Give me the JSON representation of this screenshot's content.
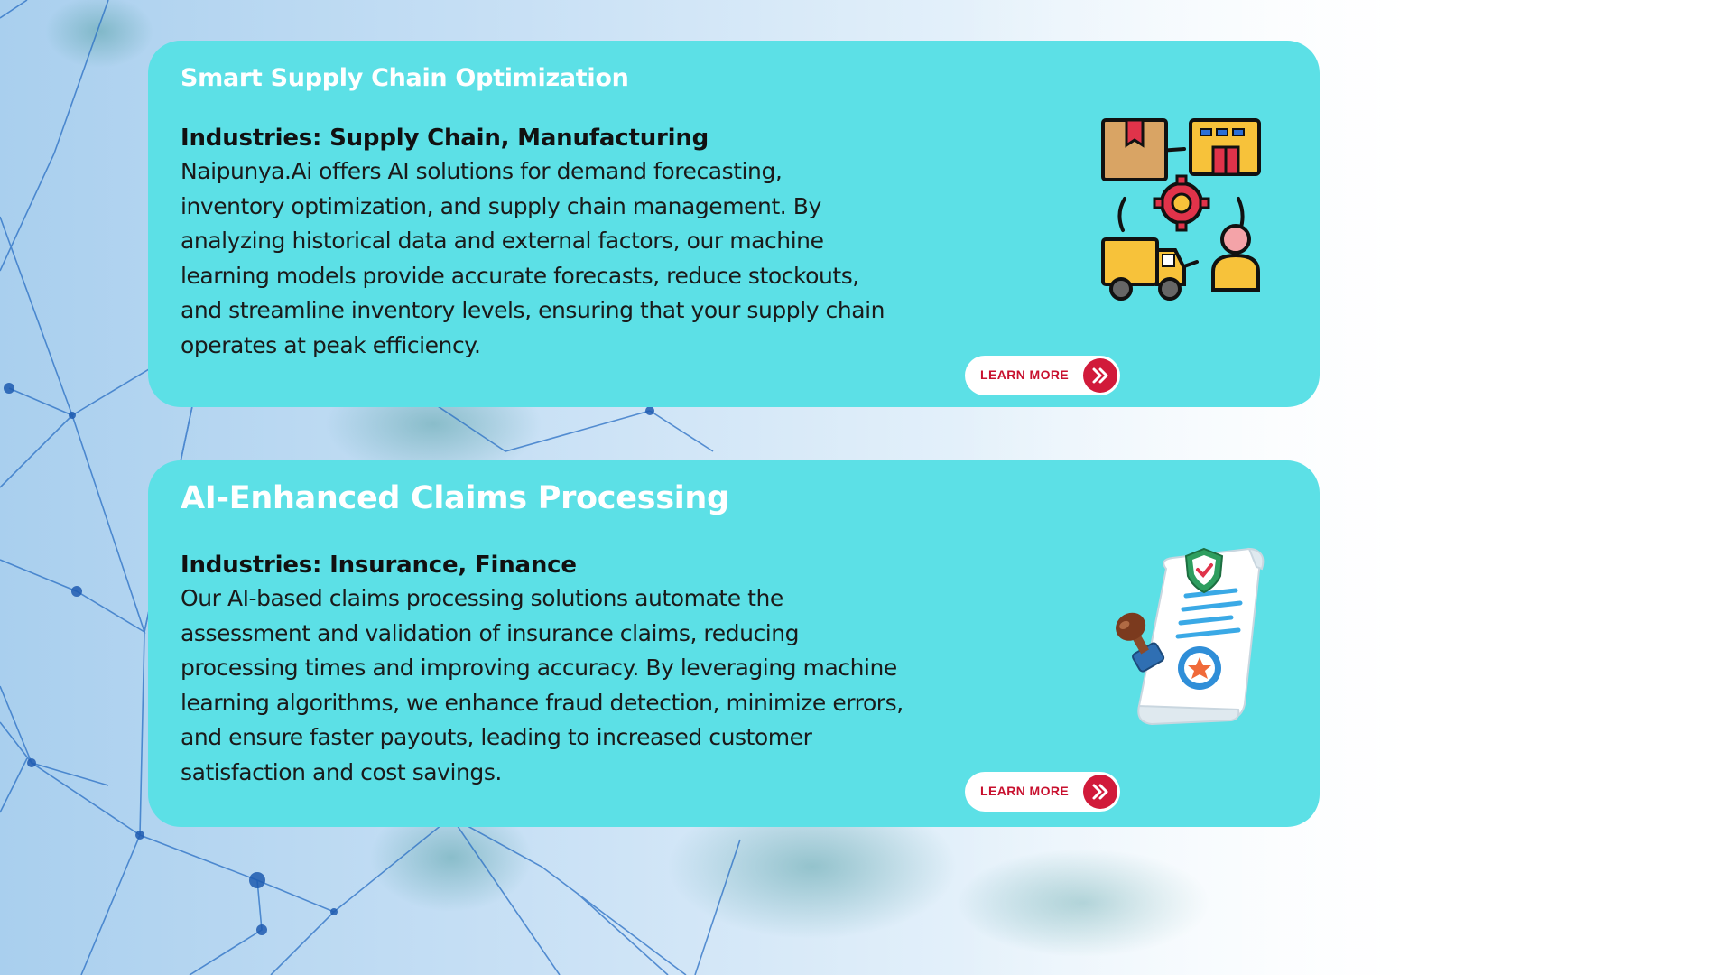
{
  "colors": {
    "card_background": "#5ce0e6",
    "title_text": "#ffffff",
    "button_background": "#ffffff",
    "button_accent": "#d11a3a"
  },
  "cards": [
    {
      "title": "Smart Supply Chain Optimization",
      "industries": "Industries: Supply Chain, Manufacturing",
      "description_lines": [
        "Naipunya.Ai offers AI solutions for demand forecasting,",
        "inventory optimization, and supply chain management. By",
        "analyzing historical data and external factors, our machine",
        "learning models provide accurate forecasts, reduce stockouts,",
        "and streamline inventory levels, ensuring that your supply chain",
        "operates at peak efficiency."
      ],
      "button_label": "LEARN MORE",
      "button_icon": "double-chevron-right-icon",
      "illustration": "supply-chain-icon"
    },
    {
      "title": "AI-Enhanced Claims Processing",
      "industries": "Industries: Insurance, Finance",
      "description_lines": [
        "Our AI-based claims processing solutions automate the",
        "assessment and validation of insurance claims, reducing",
        "processing times and improving accuracy. By leveraging machine",
        "learning algorithms, we enhance fraud detection, minimize errors,",
        "and ensure faster payouts, leading to increased customer",
        "satisfaction and cost savings."
      ],
      "button_label": "LEARN MORE",
      "button_icon": "double-chevron-right-icon",
      "illustration": "insurance-claim-document-icon"
    }
  ]
}
